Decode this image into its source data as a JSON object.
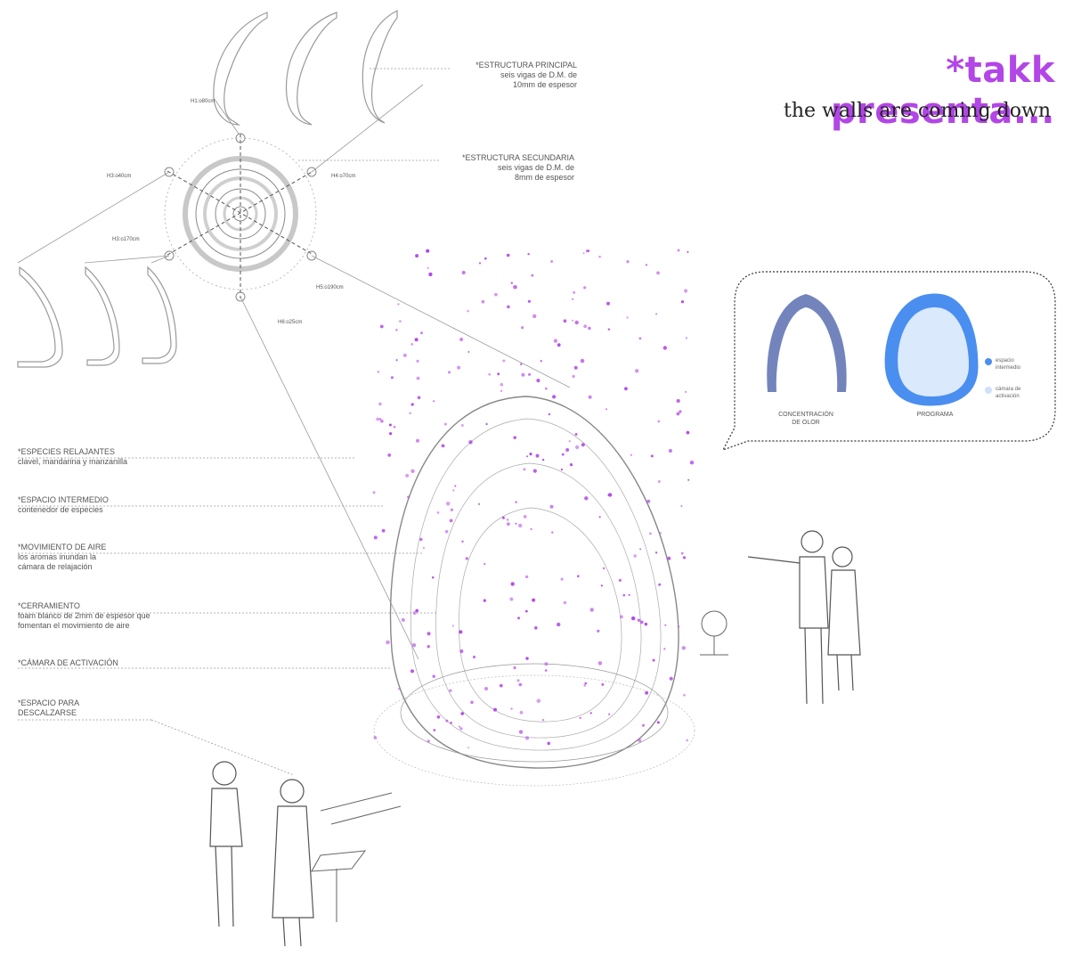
{
  "header": {
    "title": "*takk presenta...",
    "subtitle": "the walls are coming down"
  },
  "structure_labels": [
    {
      "title": "*ESTRUCTURA PRINCIPAL",
      "lines": [
        "seis vigas de D.M. de",
        "10mm de espesor"
      ]
    },
    {
      "title": "*ESTRUCTURA SECUNDARIA",
      "lines": [
        "seis vigas de D.M. de",
        "8mm de espesor"
      ]
    }
  ],
  "dimension_labels": [
    "H1:o80cm",
    "H3:o40cm",
    "H4:o70cm",
    "H3:o170cm",
    "H5:o190cm",
    "H6:o25cm"
  ],
  "section_labels": [
    {
      "title": "*ESPECIES RELAJANTES",
      "lines": [
        "clavel, mandarina y manzanilla"
      ]
    },
    {
      "title": "*ESPACIO INTERMEDIO",
      "lines": [
        "contenedor de especies"
      ]
    },
    {
      "title": "*MOVIMIENTO DE AIRE",
      "lines": [
        "los aromas inundan la",
        "cámara de relajación"
      ]
    },
    {
      "title": "*CERRAMIENTO",
      "lines": [
        "foam blanco de 2mm de espesor que",
        "fomentan el movimiento de aire"
      ]
    },
    {
      "title": "*CÁMARA DE ACTIVACIÓN",
      "lines": []
    },
    {
      "title": "*ESPACIO PARA",
      "lines": [
        "DESCALZARSE"
      ]
    }
  ],
  "legend": {
    "concentration_label": [
      "CONCENTRACIÓN",
      "DE OLOR"
    ],
    "program_label": "PROGRAMA",
    "items": [
      {
        "label": [
          "espacio",
          "intermedio"
        ],
        "color": "#4a8ef0"
      },
      {
        "label": [
          "cámara de",
          "activación"
        ],
        "color": "#cfe1fb"
      }
    ]
  },
  "colors": {
    "accent": "#b246e6",
    "line": "#9a9a9a",
    "dark": "#333333"
  }
}
